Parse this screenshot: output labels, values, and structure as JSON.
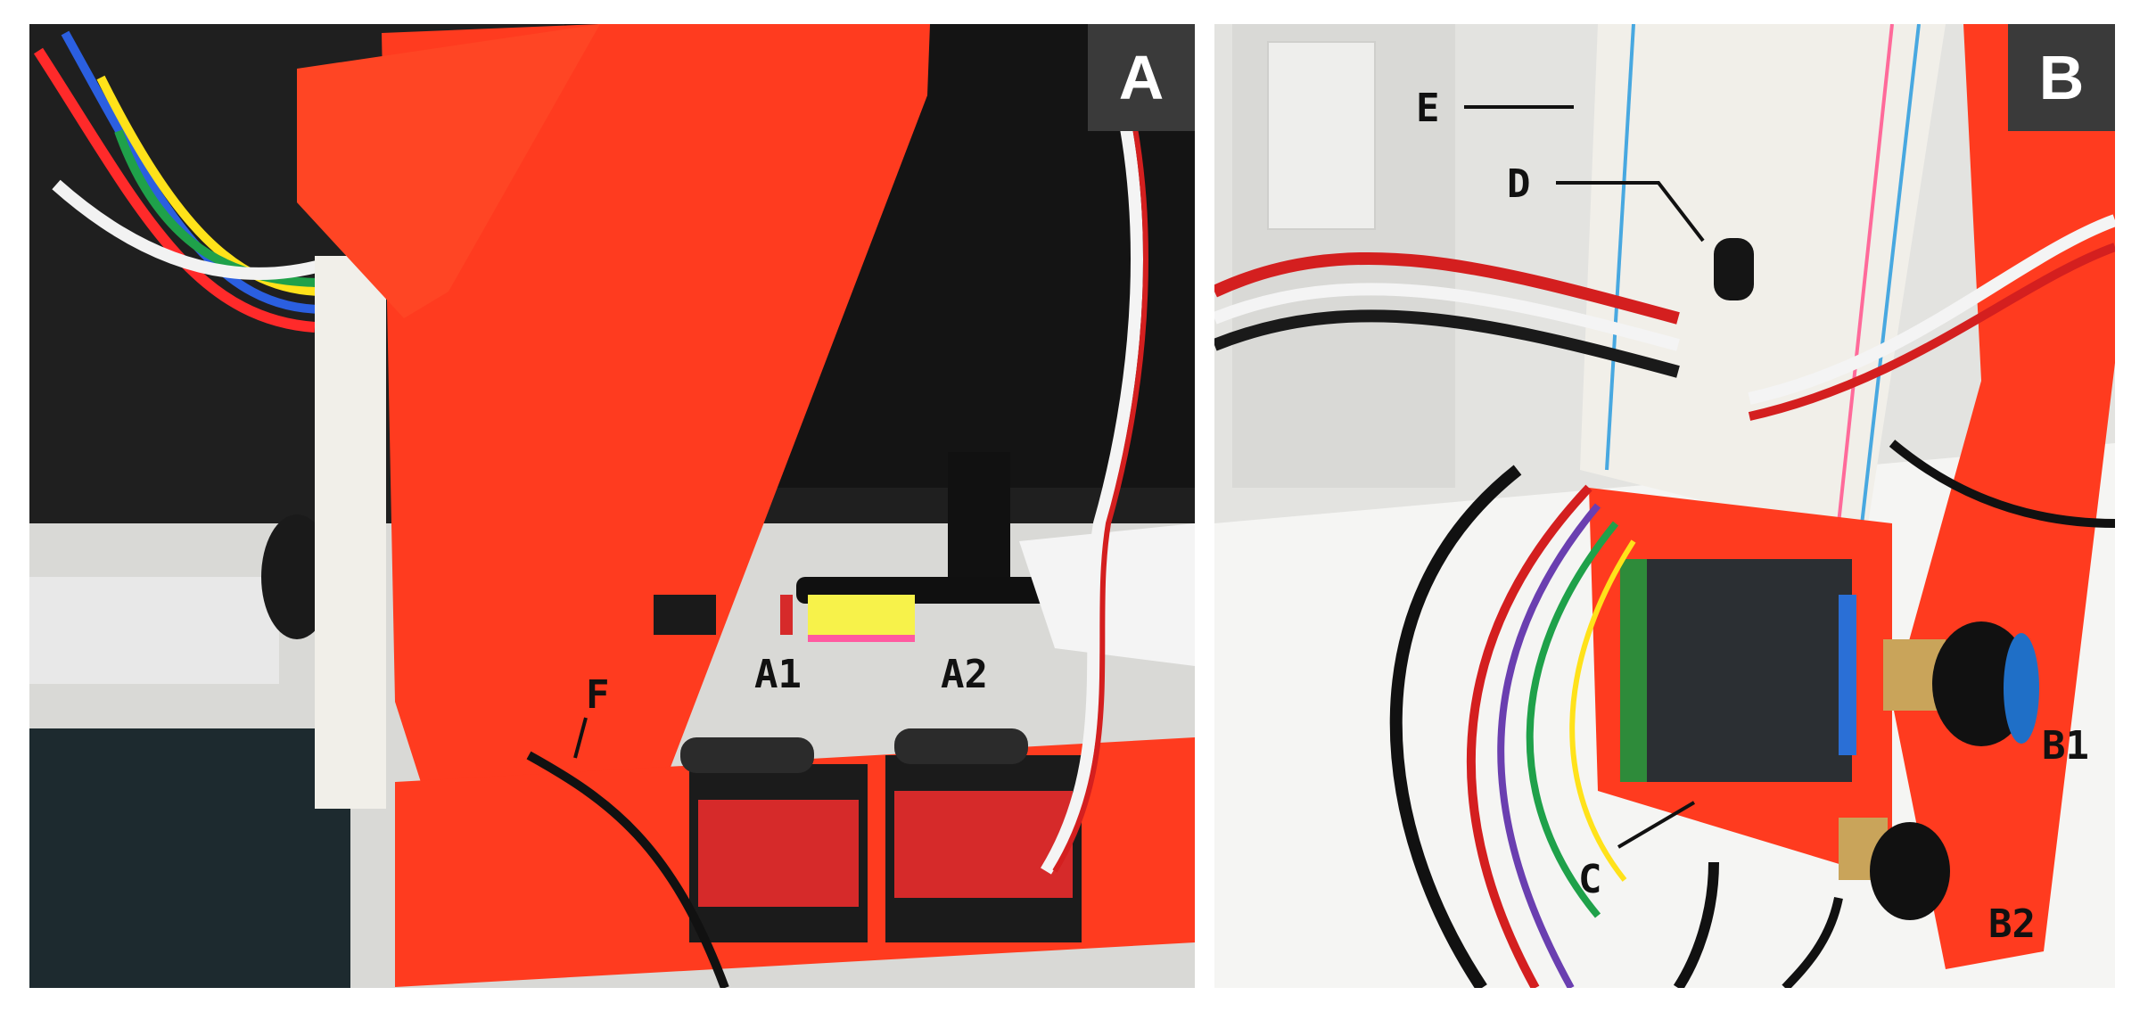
{
  "panels": [
    {
      "id": "A",
      "label": "A",
      "description_labels": [
        "F",
        "A1",
        "A2"
      ]
    },
    {
      "id": "B",
      "label": "B",
      "description_labels": [
        "E",
        "D",
        "C",
        "B1",
        "B2"
      ]
    }
  ],
  "callouts": {
    "f": "F",
    "a1": "A1",
    "a2": "A2",
    "e": "E",
    "d": "D",
    "c": "C",
    "b1": "B1",
    "b2": "B2"
  },
  "colors": {
    "printed_part": "#ff3b1f",
    "servo_body": "#1b1b1b",
    "servo_label": "#d62a2a",
    "breadboard": "#f1efe9",
    "board_pcb": "#2b2f33",
    "knob": "#111111",
    "knob_accent": "#1f6fc7"
  }
}
